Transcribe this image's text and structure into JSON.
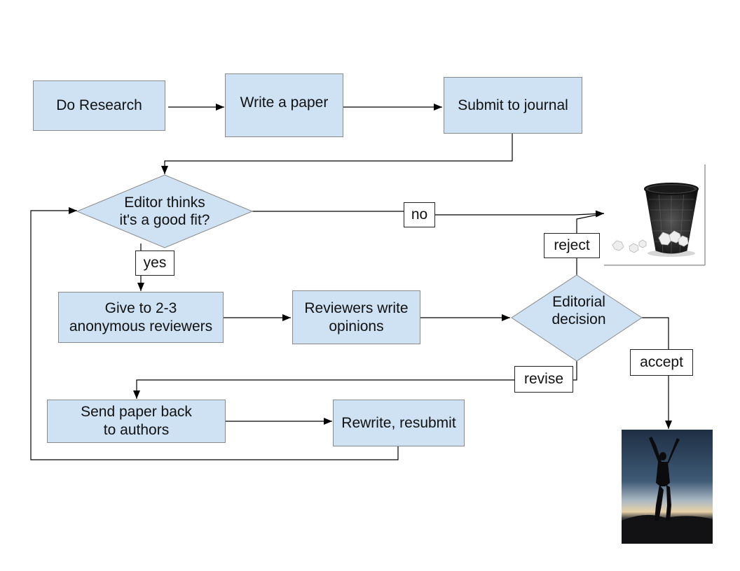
{
  "nodes": {
    "do_research": "Do Research",
    "write_paper": "Write a paper",
    "submit_journal": "Submit to journal",
    "editor_fit_line1": "Editor thinks",
    "editor_fit_line2": "it's a good fit?",
    "give_reviewers_line1": "Give to 2-3",
    "give_reviewers_line2": "anonymous reviewers",
    "reviewers_write_line1": "Reviewers write",
    "reviewers_write_line2": "opinions",
    "editorial_line1": "Editorial",
    "editorial_line2": "decision",
    "send_back_line1": "Send paper back",
    "send_back_line2": "to authors",
    "rewrite": "Rewrite, resubmit"
  },
  "edge_labels": {
    "no": "no",
    "yes": "yes",
    "reject": "reject",
    "revise": "revise",
    "accept": "accept"
  },
  "images": {
    "trash": "wastebasket-icon",
    "success": "celebrating-person-photo"
  },
  "colors": {
    "box_fill": "#cfe2f3",
    "box_border": "#8a8a8a",
    "line": "#000000"
  }
}
